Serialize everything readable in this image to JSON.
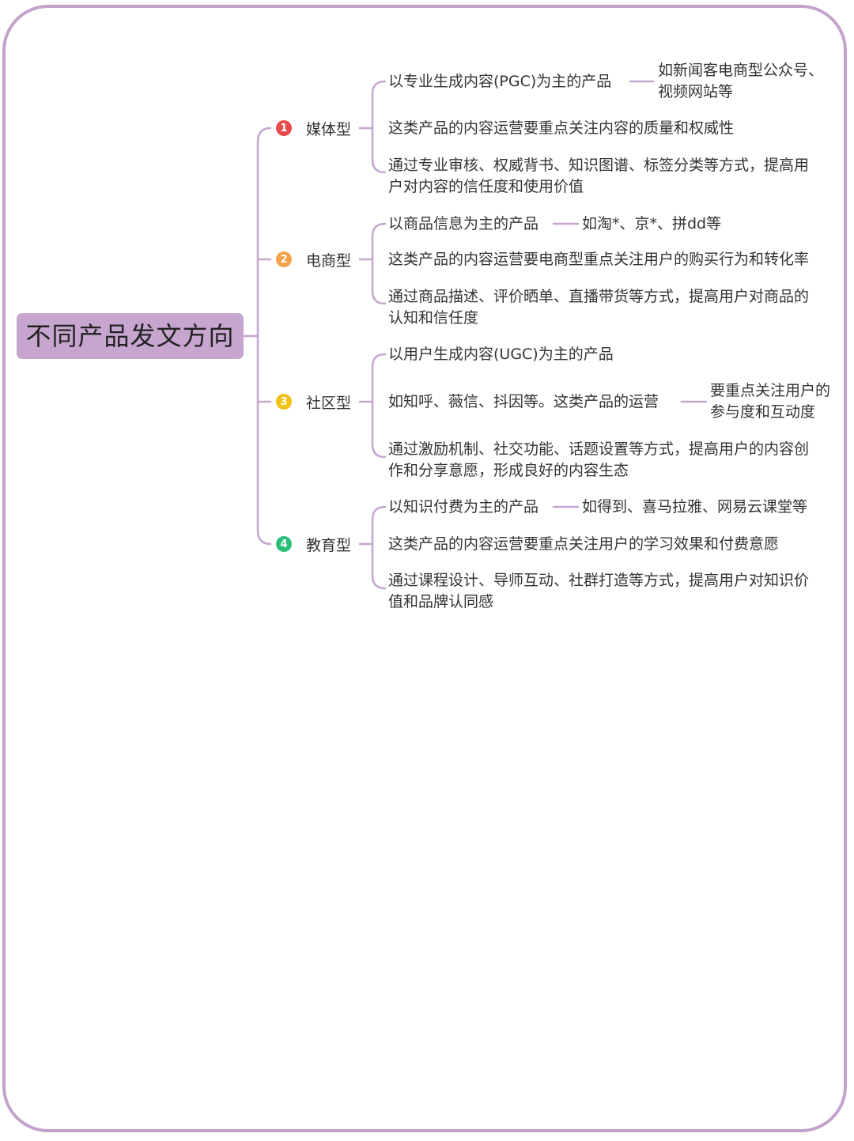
{
  "root": {
    "label": "不同产品发文方向"
  },
  "colors": {
    "frame": "#c3a3cc",
    "line": "#c6a6cf",
    "root_bg": "#c6a6cf"
  },
  "branches": [
    {
      "number": "1",
      "color": "#e74c4c",
      "label": "媒体型",
      "items": [
        {
          "text": "以专业生成内容(PGC)为主的产品",
          "note_lines": [
            "如新闻客电商型公众号、",
            "视频网站等"
          ]
        },
        {
          "text": "这类产品的内容运营要重点关注内容的质量和权威性"
        },
        {
          "text_lines": [
            "通过专业审核、权威背书、知识图谱、标签分类等方式，提高用",
            "户对内容的信任度和使用价值"
          ]
        }
      ]
    },
    {
      "number": "2",
      "color": "#f5a34a",
      "label": "电商型",
      "items": [
        {
          "text": "以商品信息为主的产品",
          "note": "如淘*、京*、拼dd等"
        },
        {
          "text": "这类产品的内容运营要电商型重点关注用户的购买行为和转化率"
        },
        {
          "text_lines": [
            "通过商品描述、评价晒单、直播带货等方式，提高用户对商品的",
            "认知和信任度"
          ]
        }
      ]
    },
    {
      "number": "3",
      "color": "#f2c21a",
      "label": "社区型",
      "items": [
        {
          "text": "以用户生成内容(UGC)为主的产品"
        },
        {
          "text": "如知呼、薇信、抖因等。这类产品的运营",
          "note_lines": [
            "要重点关注用户的",
            "参与度和互动度"
          ]
        },
        {
          "text_lines": [
            "通过激励机制、社交功能、话题设置等方式，提高用户的内容创",
            "作和分享意愿，形成良好的内容生态"
          ]
        }
      ]
    },
    {
      "number": "4",
      "color": "#2dbf78",
      "label": "教育型",
      "items": [
        {
          "text": "以知识付费为主的产品",
          "note": "如得到、喜马拉雅、网易云课堂等"
        },
        {
          "text": "这类产品的内容运营要重点关注用户的学习效果和付费意愿"
        },
        {
          "text_lines": [
            "通过课程设计、导师互动、社群打造等方式，提高用户对知识价",
            "值和品牌认同感"
          ]
        }
      ]
    }
  ]
}
